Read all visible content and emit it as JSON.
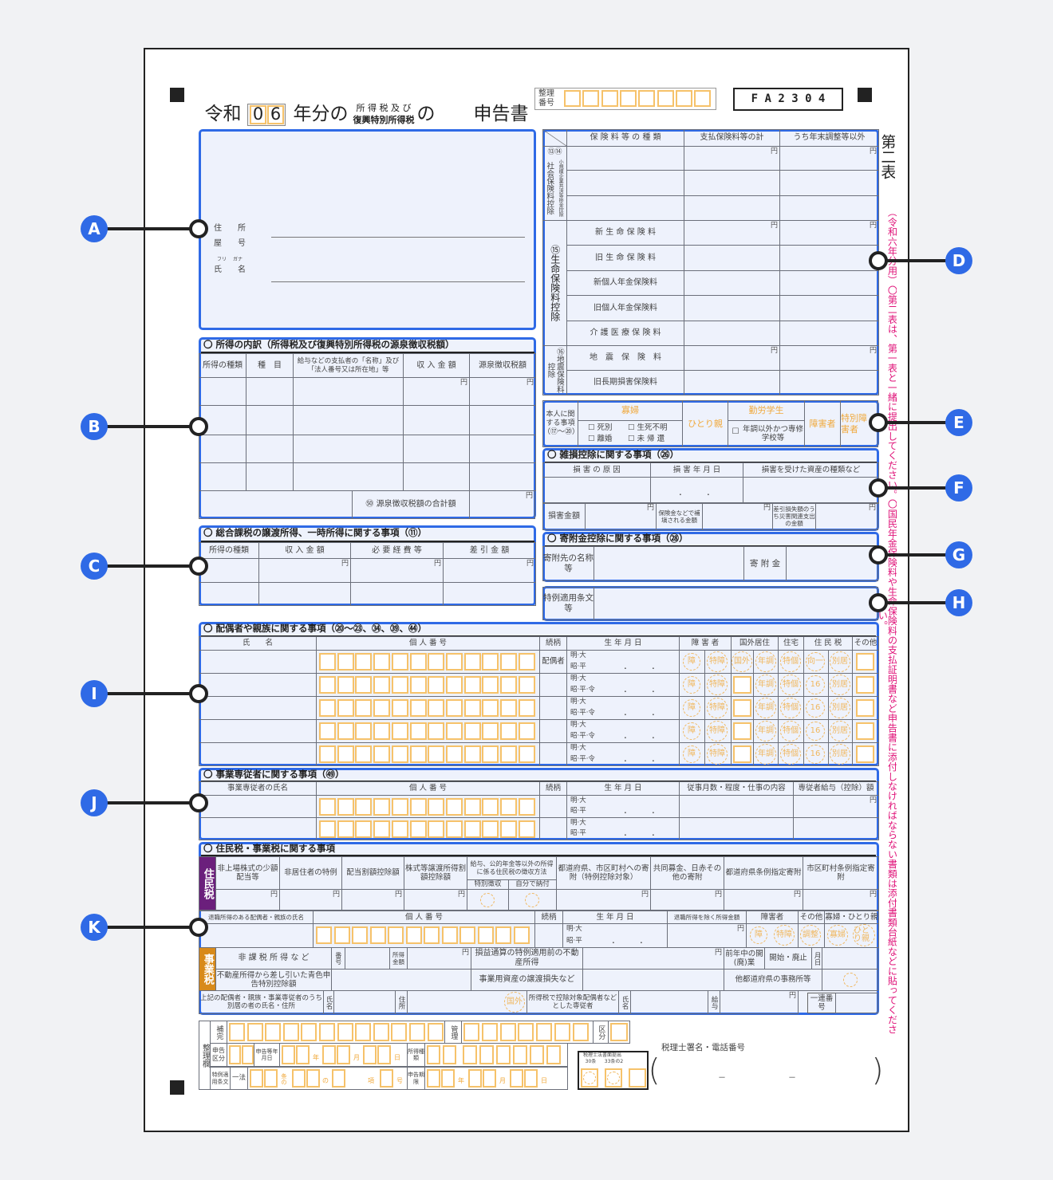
{
  "common": {
    "yen": "円",
    "dots": "．　　　．"
  },
  "header": {
    "era": "令和",
    "year_digits": [
      "0",
      "6"
    ],
    "title_mid": "年分の",
    "tax_line1": "所 得 税 及 び",
    "tax_line2": "復興特別所得税",
    "title_no": "の",
    "title_end": "申告書",
    "seiri_label": "整理番号",
    "form_code": "F A 2 3 0 4",
    "sheet_label": "第二表"
  },
  "side_note": "（令和六年分用）〇第二表は、第一表と一緒に提出してください。〇国民年金保険料や生命保険料の支払証明書など申告書に添付しなければならない書類は添付書類台紙などに貼ってください。",
  "callouts": {
    "a": "A",
    "b": "B",
    "c": "C",
    "d": "D",
    "e": "E",
    "f": "F",
    "g": "G",
    "h": "H",
    "i": "I",
    "j": "J",
    "k": "K"
  },
  "taxpayer": {
    "address": "住　　所",
    "shop": "屋　　号",
    "furigana": "フリ　 ガナ",
    "name": "氏　　名"
  },
  "income_breakdown": {
    "title": "〇 所得の内訳（所得税及び復興特別所得税の源泉徴収税額）",
    "headers": [
      "所得の種類",
      "種　目",
      "給与などの支払者の「名称」及び「法人番号又は所在地」等",
      "収 入 金 額",
      "源泉徴収税額"
    ],
    "total_label": "㊿ 源泉徴収税額の合計額"
  },
  "transfer_income": {
    "title": "〇 総合課税の譲渡所得、一時所得に関する事項（⑪）",
    "headers": [
      "所得の種類",
      "収 入 金 額",
      "必 要 経 費 等",
      "差 引 金 額"
    ]
  },
  "insurance": {
    "headers": [
      "保 険 料 等 の 種 類",
      "支払保険料等の計",
      "うち年末調整等以外"
    ],
    "social_num": "⑬⑭",
    "social_label": "社会保険料控除",
    "small_biz_label": "小規模企業共済等掛金控除",
    "life_label": "⑮生命保険料控除",
    "life_rows": [
      "新 生 命 保 険 料",
      "旧 生 命 保 険 料",
      "新個人年金保険料",
      "旧個人年金保険料",
      "介 護 医 療 保 険 料"
    ],
    "quake_label": "⑯地震保険料控除",
    "quake_rows": [
      "地　震　保　険　料",
      "旧長期損害保険料"
    ]
  },
  "personal": {
    "label": "本人に関する事項（⑰～⑳）",
    "widow": "寡婦",
    "death": "☐ 死別",
    "unknown": "☐ 生死不明",
    "divorce": "☐ 離婚",
    "unreturned": "☐ 未 帰 還",
    "single_parent": "ひとり親",
    "student": "勤労学生",
    "student_check": "☐",
    "student_sub": "年調以外かつ専修学校等",
    "disabled": "障害者",
    "special_disabled": "特別障害者"
  },
  "casualty": {
    "title": "〇 雑損控除に関する事項（㉖）",
    "headers": [
      "損 害 の 原 因",
      "損 害 年 月 日",
      "損害を受けた資産の種類など"
    ],
    "damage_amount": "損害金額",
    "insurance_comp": "保険金などで補塡される金額",
    "net_loss": "差引損失額のうち災害関連支出の金額"
  },
  "donation": {
    "title": "〇 寄附金控除に関する事項（㉘）",
    "recipient": "寄附先の名称等",
    "amount": "寄 附 金"
  },
  "special_provision": {
    "label": "特例適用条文等"
  },
  "dependents": {
    "title": "〇 配偶者や親族に関する事項（⑳～㉓、㉞、㊴、㊹）",
    "headers": {
      "name": "氏　　名",
      "my_number": "個 人 番 号",
      "relation": "続柄",
      "birth": "生 年 月 日",
      "disability": "障 害 者",
      "overseas": "国外居住",
      "housing": "住宅",
      "resident_tax": "住 民 税",
      "other": "その他"
    },
    "stamps": {
      "disabled": "障",
      "special": "特障",
      "nencho": "年調",
      "tokko": "特個",
      "bekkyo": "別居"
    },
    "rows": [
      {
        "relation": "配偶者",
        "era1": "明·大",
        "era2": "昭·平",
        "overseas": "国外",
        "resident": "向一"
      },
      {
        "relation": "",
        "era1": "明·大",
        "era2": "昭·平·令",
        "overseas": "",
        "resident": "16"
      },
      {
        "relation": "",
        "era1": "明·大",
        "era2": "昭·平·令",
        "overseas": "",
        "resident": "16"
      },
      {
        "relation": "",
        "era1": "明·大",
        "era2": "昭·平·令",
        "overseas": "",
        "resident": "16"
      },
      {
        "relation": "",
        "era1": "明·大",
        "era2": "昭·平·令",
        "overseas": "",
        "resident": "16"
      }
    ]
  },
  "employees": {
    "title": "〇 事業専従者に関する事項（㊾）",
    "headers": [
      "事業専従者の氏名",
      "個 人 番 号",
      "続柄",
      "生 年 月 日",
      "従事月数・程度・仕事の内容",
      "専従者給与（控除）額"
    ],
    "rows": [
      {
        "era1": "明·大",
        "era2": "昭·平"
      },
      {
        "era1": "明·大",
        "era2": "昭·平"
      }
    ]
  },
  "local_tax": {
    "title": "〇 住民税・事業税に関する事項",
    "resident_label": "住民税",
    "resident_headers": [
      "非上場株式の少額配当等",
      "非居住者の特例",
      "配当割額控除額",
      "株式等譲渡所得割額控除額",
      "給与、公的年金等以外の所得に係る住民税の徴収方法",
      "都道府県、市区町村への寄附（特例控除対象）",
      "共同募金、日赤その他の寄附",
      "都道府県条例指定寄附",
      "市区町村条例指定寄附"
    ],
    "collection_sub": [
      "特別徴収",
      "自分で納付"
    ],
    "retire_headers": [
      "退職所得のある配偶者・親族の氏名",
      "個 人 番 号",
      "続柄",
      "生 年 月 日",
      "退職所得を除く所得金額",
      "障害者",
      "その他",
      "寡婦・ひとり親"
    ],
    "retire_stamps": {
      "disabled": "障",
      "special": "特障",
      "adjust": "調整",
      "widow": "寡婦",
      "single": "ひとり親"
    },
    "era1": "明·大",
    "era2": "昭·平",
    "biz_label": "事業税",
    "nontax": "非 課 税 所 得 な ど",
    "number": "番号",
    "income_amount": "所得金額",
    "real_estate": "損益通算の特例適用前の不動産所得",
    "prev_year": "前年中の開(廃)業",
    "start_end": "開始・廃止",
    "month_day": "月日",
    "blue_deduct": "不動産所得から差し引いた青色申告特別控除額",
    "asset_loss": "事業用資産の譲渡損失など",
    "other_pref": "他都道府県の事務所等",
    "separate": "上記の配偶者・親族・事業専従者のうち別居の者の氏名・住所",
    "name": "氏名",
    "address": "住所",
    "overseas": "国外",
    "deduct_employee": "所得税で控除対象配偶者などとした専従者",
    "salary": "給与",
    "serial": "一連番号"
  },
  "office": {
    "label": "整理欄",
    "hokan": "補完",
    "kanri": "管理",
    "kubun": "区分",
    "shinkoku_kubun": "申告区分",
    "date_label": "申告等年月日",
    "year": "年",
    "month": "月",
    "day": "日",
    "income_type": "所得種類",
    "provision": "特例適用条文",
    "law": "一法",
    "jou_no": "条の",
    "no": "の",
    "kou": "項",
    "gou": "号",
    "deadline": "申告期限"
  },
  "accountant": {
    "box_title": "税理士法書面提出",
    "art30": "30条",
    "art33": "33条の2",
    "label": "税理士署名・電話番号",
    "open": "(",
    "close": ")",
    "dash": "－"
  }
}
